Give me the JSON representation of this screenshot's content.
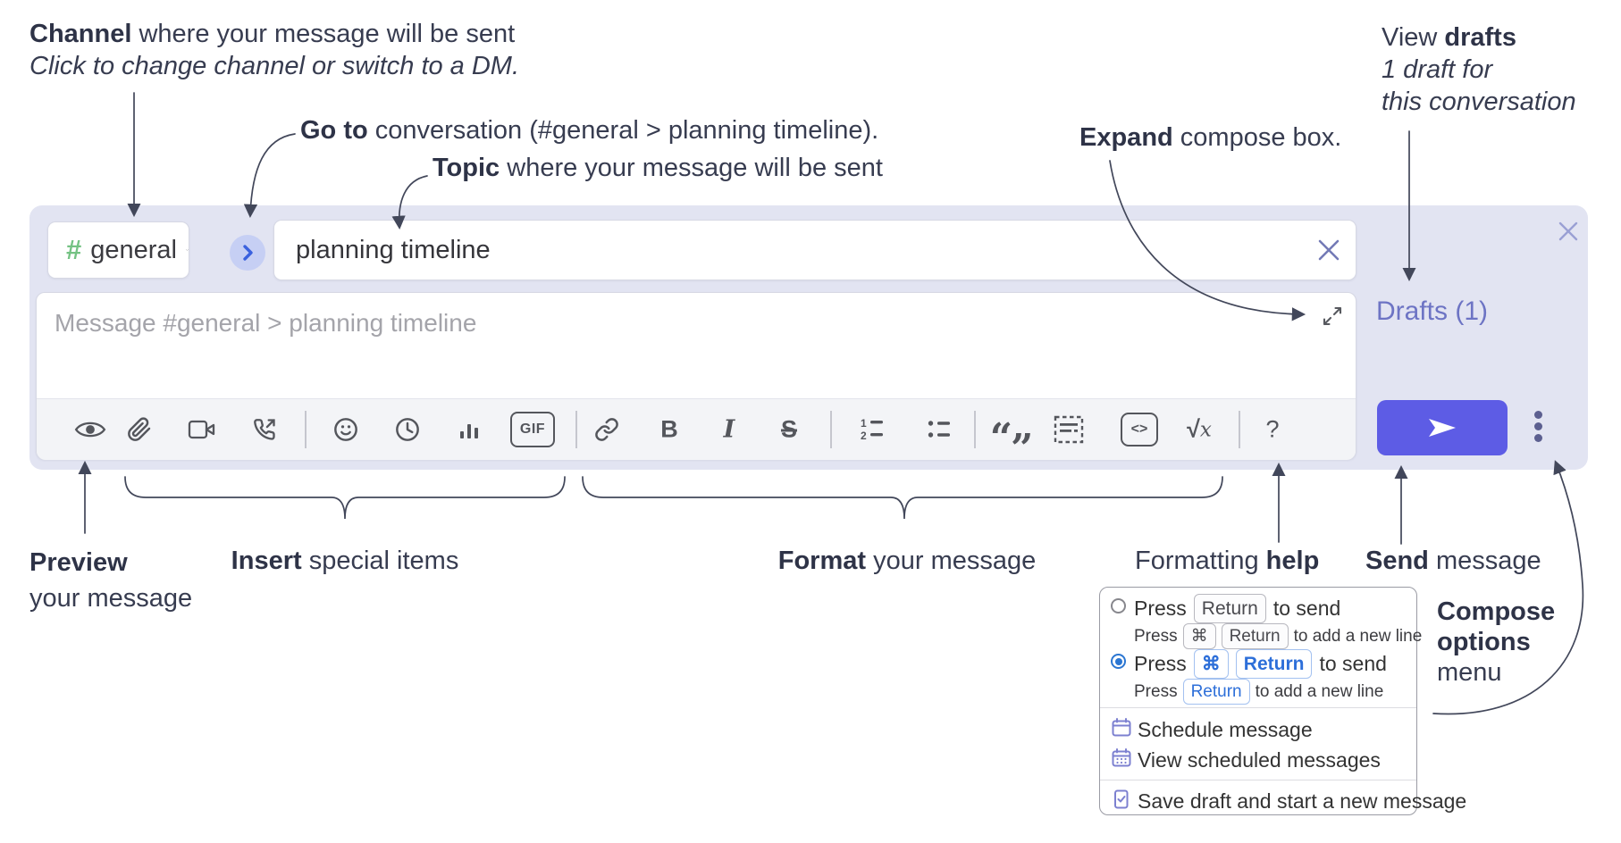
{
  "annotations": {
    "channel": {
      "bold": "Channel",
      "rest": " where your message will be sent",
      "sub": "Click to change channel or switch to a DM."
    },
    "go_to": {
      "bold": "Go to",
      "rest": " conversation (#general > planning timeline)."
    },
    "topic": {
      "bold": "Topic",
      "rest": " where your message will be sent"
    },
    "expand": {
      "bold": "Expand",
      "rest": " compose box."
    },
    "view_drafts": {
      "pre": "View ",
      "bold": "drafts",
      "line2": "1 draft for",
      "line3": "this conversation"
    },
    "preview": {
      "bold": "Preview",
      "line2": "your message"
    },
    "insert": {
      "bold": "Insert",
      "rest": " special items"
    },
    "format": {
      "bold": "Format",
      "rest": " your message"
    },
    "help": {
      "pre": "Formatting ",
      "bold": "help"
    },
    "send": {
      "bold": "Send",
      "rest": " message"
    },
    "compose_options": {
      "line1": "Compose",
      "line2": "options",
      "line3": "menu"
    }
  },
  "compose": {
    "channel": {
      "hash": "#",
      "name": "general"
    },
    "topic_value": "planning timeline",
    "message_placeholder": "Message #general > planning timeline",
    "drafts_link": "Drafts (1)",
    "toolbar": {
      "gif": "GIF",
      "bold": "B",
      "italic": "I",
      "strike": "S",
      "quote_open": "“",
      "quote_close": "”",
      "code": "<>",
      "sqrt": "√",
      "math_var": "x",
      "help": "?"
    }
  },
  "popup": {
    "option1": {
      "press": "Press",
      "key": "Return",
      "suffix": "to send",
      "sub_press": "Press",
      "sub_key1": "⌘",
      "sub_key2": "Return",
      "sub_suffix": "to add a new line"
    },
    "option2": {
      "press": "Press",
      "key1": "⌘",
      "key2": "Return",
      "suffix": "to send",
      "sub_press": "Press",
      "sub_key": "Return",
      "sub_suffix": "to add a new line"
    },
    "items": [
      {
        "label": "Schedule message"
      },
      {
        "label": "View scheduled messages"
      },
      {
        "label": "Save draft and start a new message"
      }
    ]
  },
  "colors": {
    "accent_send": "#5d5ce5",
    "lavender": "#e2e4f2",
    "link_purple": "#6d74c4",
    "radio_blue": "#2b76d2",
    "kbd_blue": "#2d6fd9",
    "green_hash": "#74c283",
    "icon_gray": "#54565c",
    "annotation": "#373c50",
    "menu_icon_purple": "#7c80d0"
  }
}
